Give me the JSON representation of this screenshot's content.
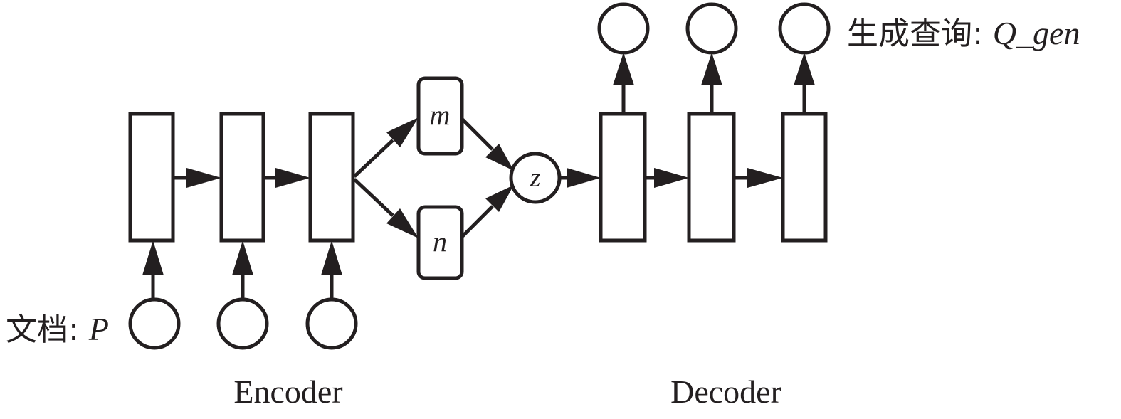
{
  "input_label": {
    "prefix": "文档: ",
    "symbol": "P"
  },
  "output_label": {
    "prefix": "生成查询: ",
    "symbol": "Q_gen"
  },
  "nodes": {
    "m": "m",
    "n": "n",
    "z": "z"
  },
  "captions": {
    "encoder": "Encoder",
    "decoder": "Decoder"
  }
}
